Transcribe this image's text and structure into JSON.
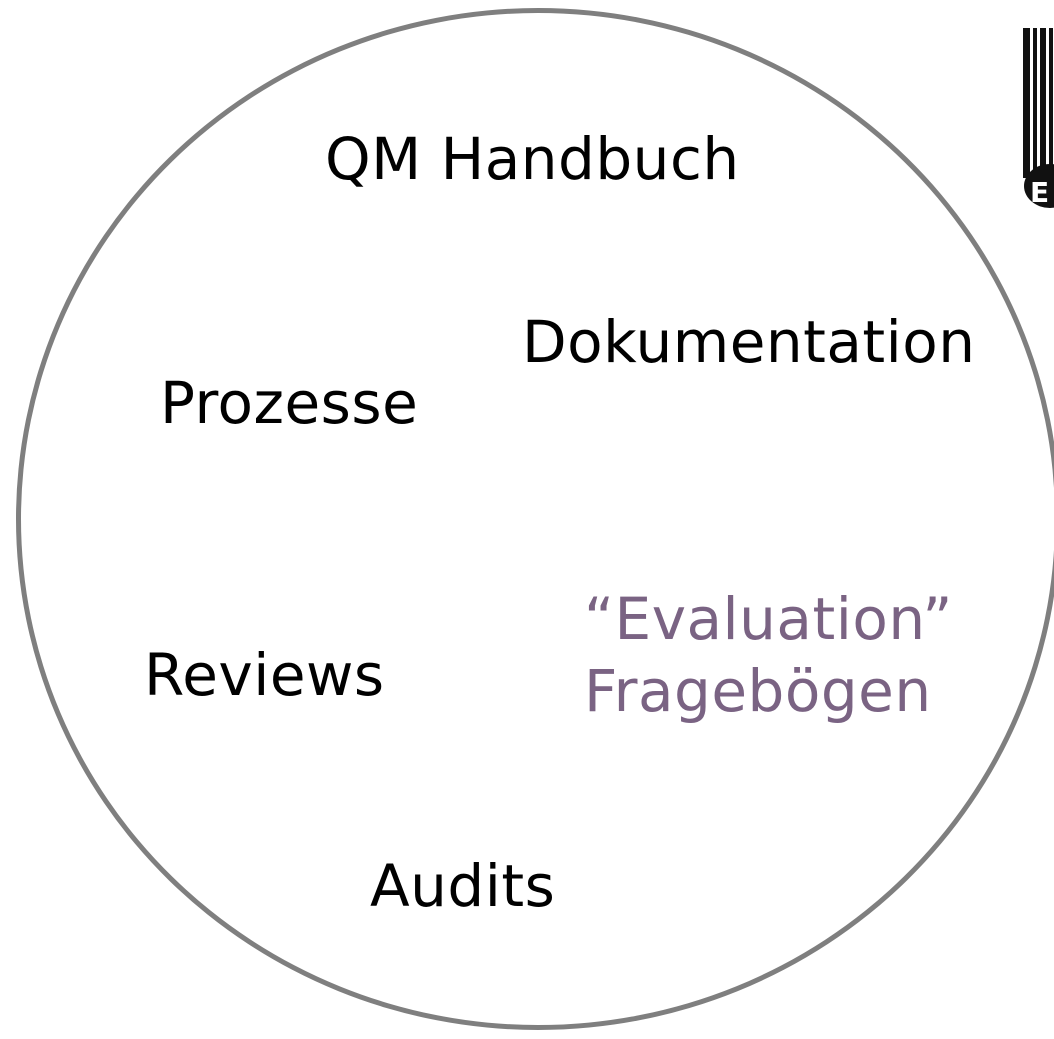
{
  "diagram": {
    "items": [
      {
        "label": "QM Handbuch"
      },
      {
        "label": "Dokumentation"
      },
      {
        "label": "Prozesse"
      },
      {
        "label": "Reviews"
      },
      {
        "label": "Audits"
      }
    ],
    "highlight": {
      "line1": "“Evaluation”",
      "line2": "Fragebögen",
      "color": "#7a6383"
    },
    "text_color": "#000000",
    "circle_color": "#7f7f7f"
  },
  "logo": {
    "icon": "institution-logo-icon",
    "letter": "E"
  }
}
